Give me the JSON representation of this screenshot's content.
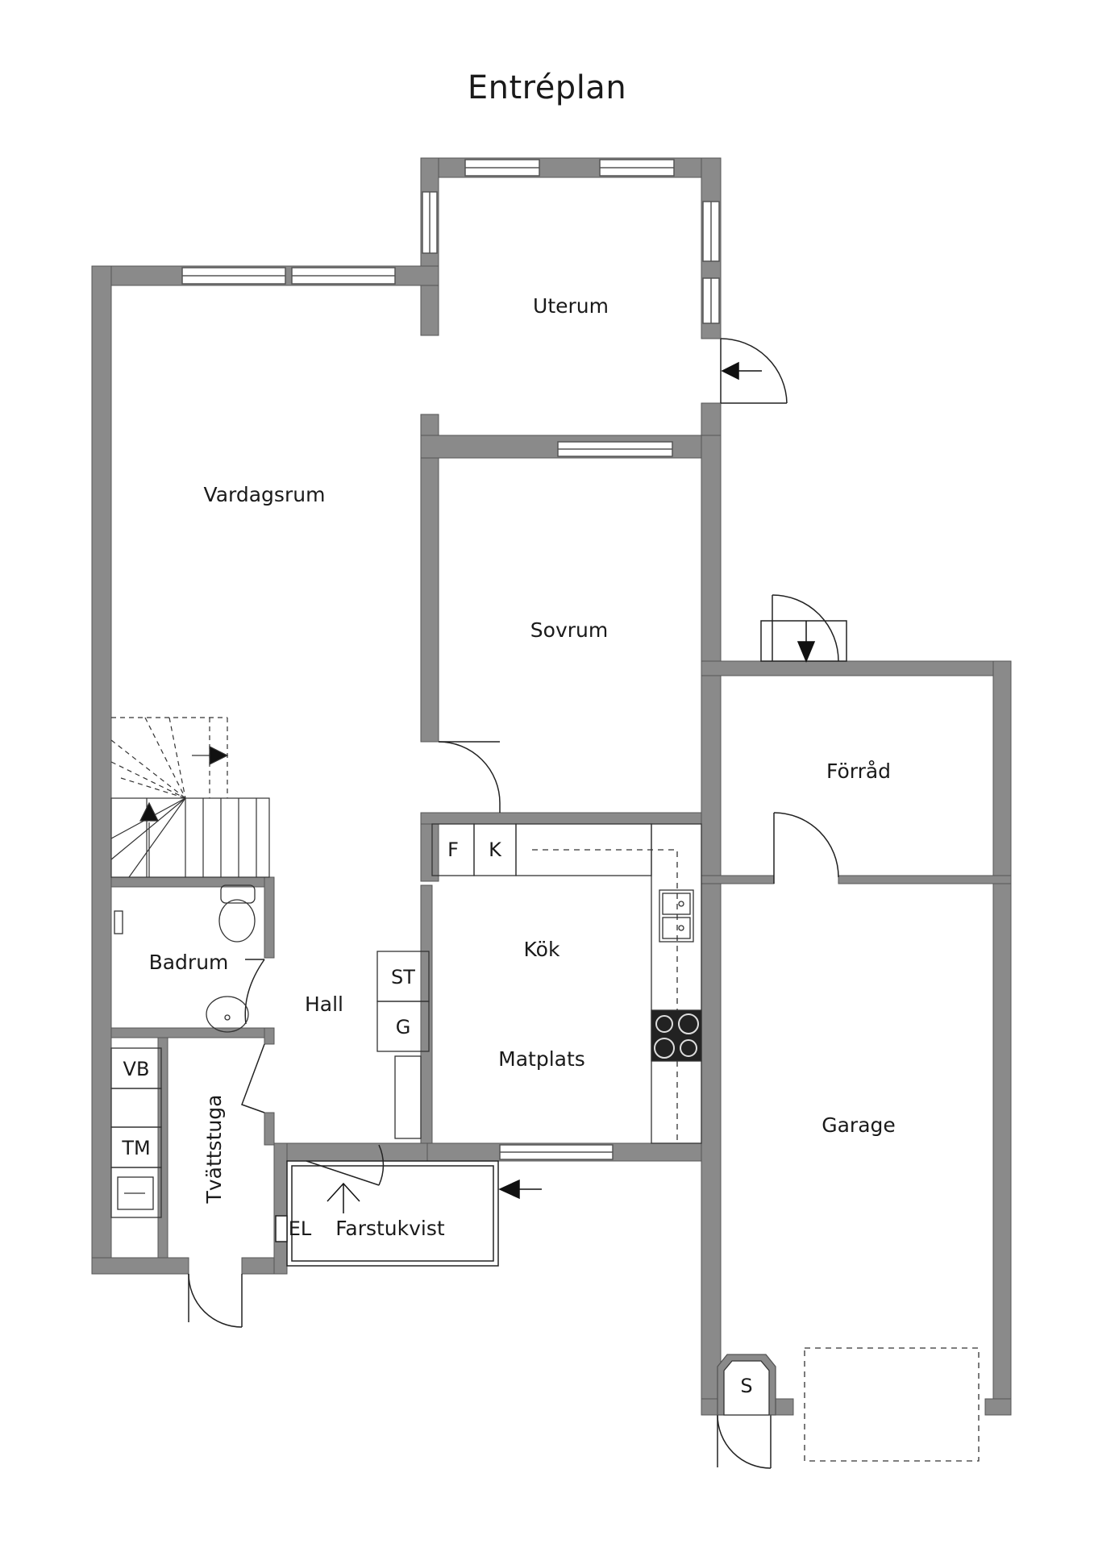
{
  "title": "Entréplan",
  "colors": {
    "wall": "#8a8a8a",
    "wall_stroke": "#555555",
    "line": "#222222",
    "dashed": "#444444"
  },
  "rooms": {
    "uterum": "Uterum",
    "vardagsrum": "Vardagsrum",
    "sovrum": "Sovrum",
    "forrad": "Förråd",
    "kok": "Kök",
    "matplats": "Matplats",
    "badrum": "Badrum",
    "hall": "Hall",
    "tvattstuga": "Tvättstuga",
    "farstukvist": "Farstukvist",
    "garage": "Garage"
  },
  "fixtures": {
    "fridge": "F",
    "freezer": "K",
    "storage": "ST",
    "wardrobe": "G",
    "washer_dryer": "VB",
    "tumble_dryer": "TM",
    "electrical": "EL",
    "closet": "S"
  }
}
